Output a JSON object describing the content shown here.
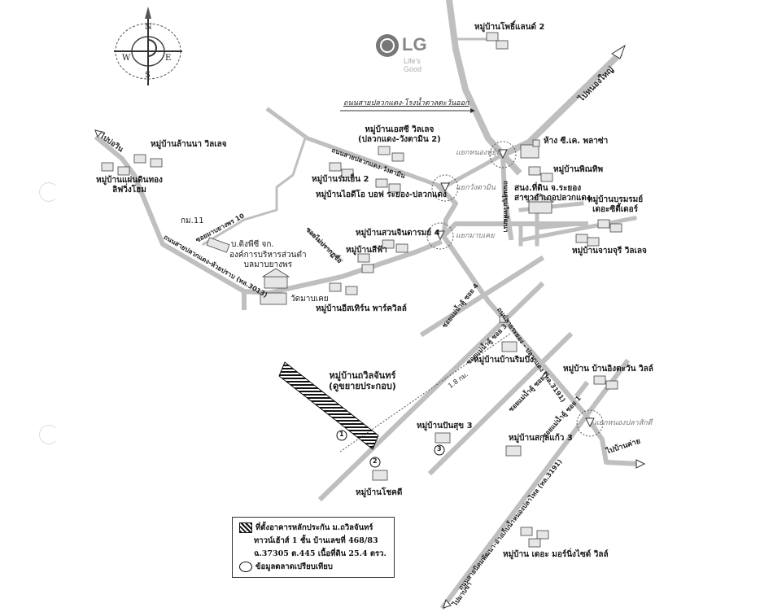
{
  "compass": {
    "north": "N",
    "south": "S",
    "east": "E",
    "west": "W"
  },
  "logo": {
    "brand": "LG",
    "tagline": "Life's Good"
  },
  "roads": {
    "north_main_label": "ถนนสายปลวกแดง-โรงน้ำตาลตะวันออก",
    "to_nong_yai": "ไปหนองใหญ่",
    "to_bo_win": "ไปบ่อวิน",
    "to_ban_khai": "ไปบ้านค่าย",
    "to_map_ta_phut": "ไปมาบข่า",
    "route_3013": "ถนนสายปลวกแดง-ห้วยปราบ (ทล.3013)",
    "pluak_daeng_wang_ta_min": "ถนนสายปลวกแดง-วังตามิน",
    "soi_map_yang_phon_10": "ซอยมาบยางพร 10",
    "soi_no_name": "ซอยไม่ปรากฏชื่อ",
    "rayong_pluak_daeng_3191": "ถนนสายระยอง - ปลวกแดง (ทล.3191)",
    "mae_nam_khu_soi_4": "ซอยแม่น้ำคู้ ซอย 4",
    "mae_nam_khu_soi_3": "ซอยแม่น้ำคู้ ซอย 3",
    "mae_nam_khu_soi_2": "ซอยแม่น้ำคู้ ซอย 2",
    "mae_nam_khu_soi_1": "ซอยแม่น้ำคู้ ซอย 1",
    "nikhom_phatthana_road": "ถนนสายนิคมพัฒนา-อ่างเก็บน้ำหนองปลาไหล (ทล.3191)",
    "sukhumvit_phatthana": "ถนนสุขุมวิทพัฒนา",
    "distance": "1.8 กม."
  },
  "intersections": {
    "nong_khu_yu": "แยกหนองหูยุ้ม",
    "wang_ta_min": "แยกวังตามิน",
    "map_khoei": "แยกมาบเคย",
    "nong_pak_lak": "แยกหนองปลาสักดี"
  },
  "places": {
    "phothi_land_2": "หมู่บ้านโพธิ์แลนด์ 2",
    "lanna_village": "หมู่บ้านล้านนา วิลเลจ",
    "phaendin_thong": "หมู่บ้านแผ่นดินทอง",
    "living_home": "ลิฟวิ่งโฮม",
    "km11": "กม.11",
    "ac_village": "หมู่บ้านเอสซี วิลเลจ",
    "ac_village_sub": "(ปลวกแดง-วังตามิน 2)",
    "rom_yen_2": "หมู่บ้านร่มเย็น 2",
    "idea_of_rayong": "หมู่บ้านไอดีโอ บอฟ ระยอง-ปลวกแดง",
    "suan_chindaram_4": "หมู่บ้านสวนจินดารมย์ 4",
    "sifah": "หมู่บ้านสีฟ้า",
    "tpc": "บ.ติงพีซี จก.",
    "sao_map_yang_phon": "องค์การบริหารส่วนตำ",
    "sao_map_yang_phon_2": "บลมาบยางพร",
    "wat_map_khoei": "วัดมาบเคย",
    "eastern_park": "หมู่บ้านอีสเทิร์น พาร์ควิลล์",
    "cg_plaza": "ห้าง ซี.เค. พลาซ่า",
    "phinthip": "หมู่บ้านพิณทิพ",
    "tax_office": "สนง.ที่ดิน จ.ระยอง",
    "tax_office_2": "สาขาอำเภอปลวกแดง",
    "boromarom": "หมู่บ้านบรมรมย์",
    "the_city": "เดอะซิตี้เดอร์",
    "chamchuri": "หมู่บ้านจามจุรี วิลเลจ",
    "chawalit_chan": "หมู่บ้านถวิลจันทร์",
    "chawalit_chan_sub": "(ดูขยายประกอบ)",
    "rim_bueng": "หมู่บ้านบ้านริมบึง",
    "pansuk_3": "หมู่บ้านปันสุข 3",
    "chokdee": "หมู่บ้านโชคดี",
    "ing_tawan": "หมู่บ้าน บ้านอิงตะวัน วิลล์",
    "sakul_kaew_3": "หมู่บ้านสกุลแก้ว 3",
    "the_morning_side": "หมู่บ้าน เดอะ มอร์นิ่งไซด์ วิลล์",
    "marker_1": "1",
    "marker_2": "2",
    "marker_3": "3"
  },
  "legend": {
    "line1": "ที่ตั้งอาคารหลักประกัน ม.ถวิลจันทร์",
    "line2": "ทาวน์เฮ้าส์ 1 ชั้น บ้านเลขที่ 468/83",
    "line3": "ฉ.37305 ต.445 เนื้อที่ดิน 25.4 ตรว.",
    "line4": "ข้อมูลตลาดเปรียบเทียบ"
  }
}
